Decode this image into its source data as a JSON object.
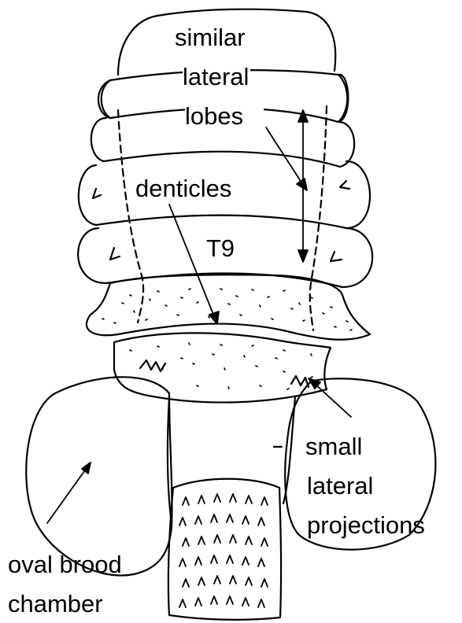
{
  "labels": {
    "similar_lateral_lobes": [
      "similar",
      "lateral",
      "lobes"
    ],
    "denticles": "denticles",
    "segment": "T9",
    "small_lateral_projections": [
      "small",
      "lateral",
      "projections"
    ],
    "oval_brood_chamber": [
      "oval brood",
      "chamber"
    ]
  },
  "colors": {
    "stroke": "#000000",
    "background": "#ffffff"
  }
}
